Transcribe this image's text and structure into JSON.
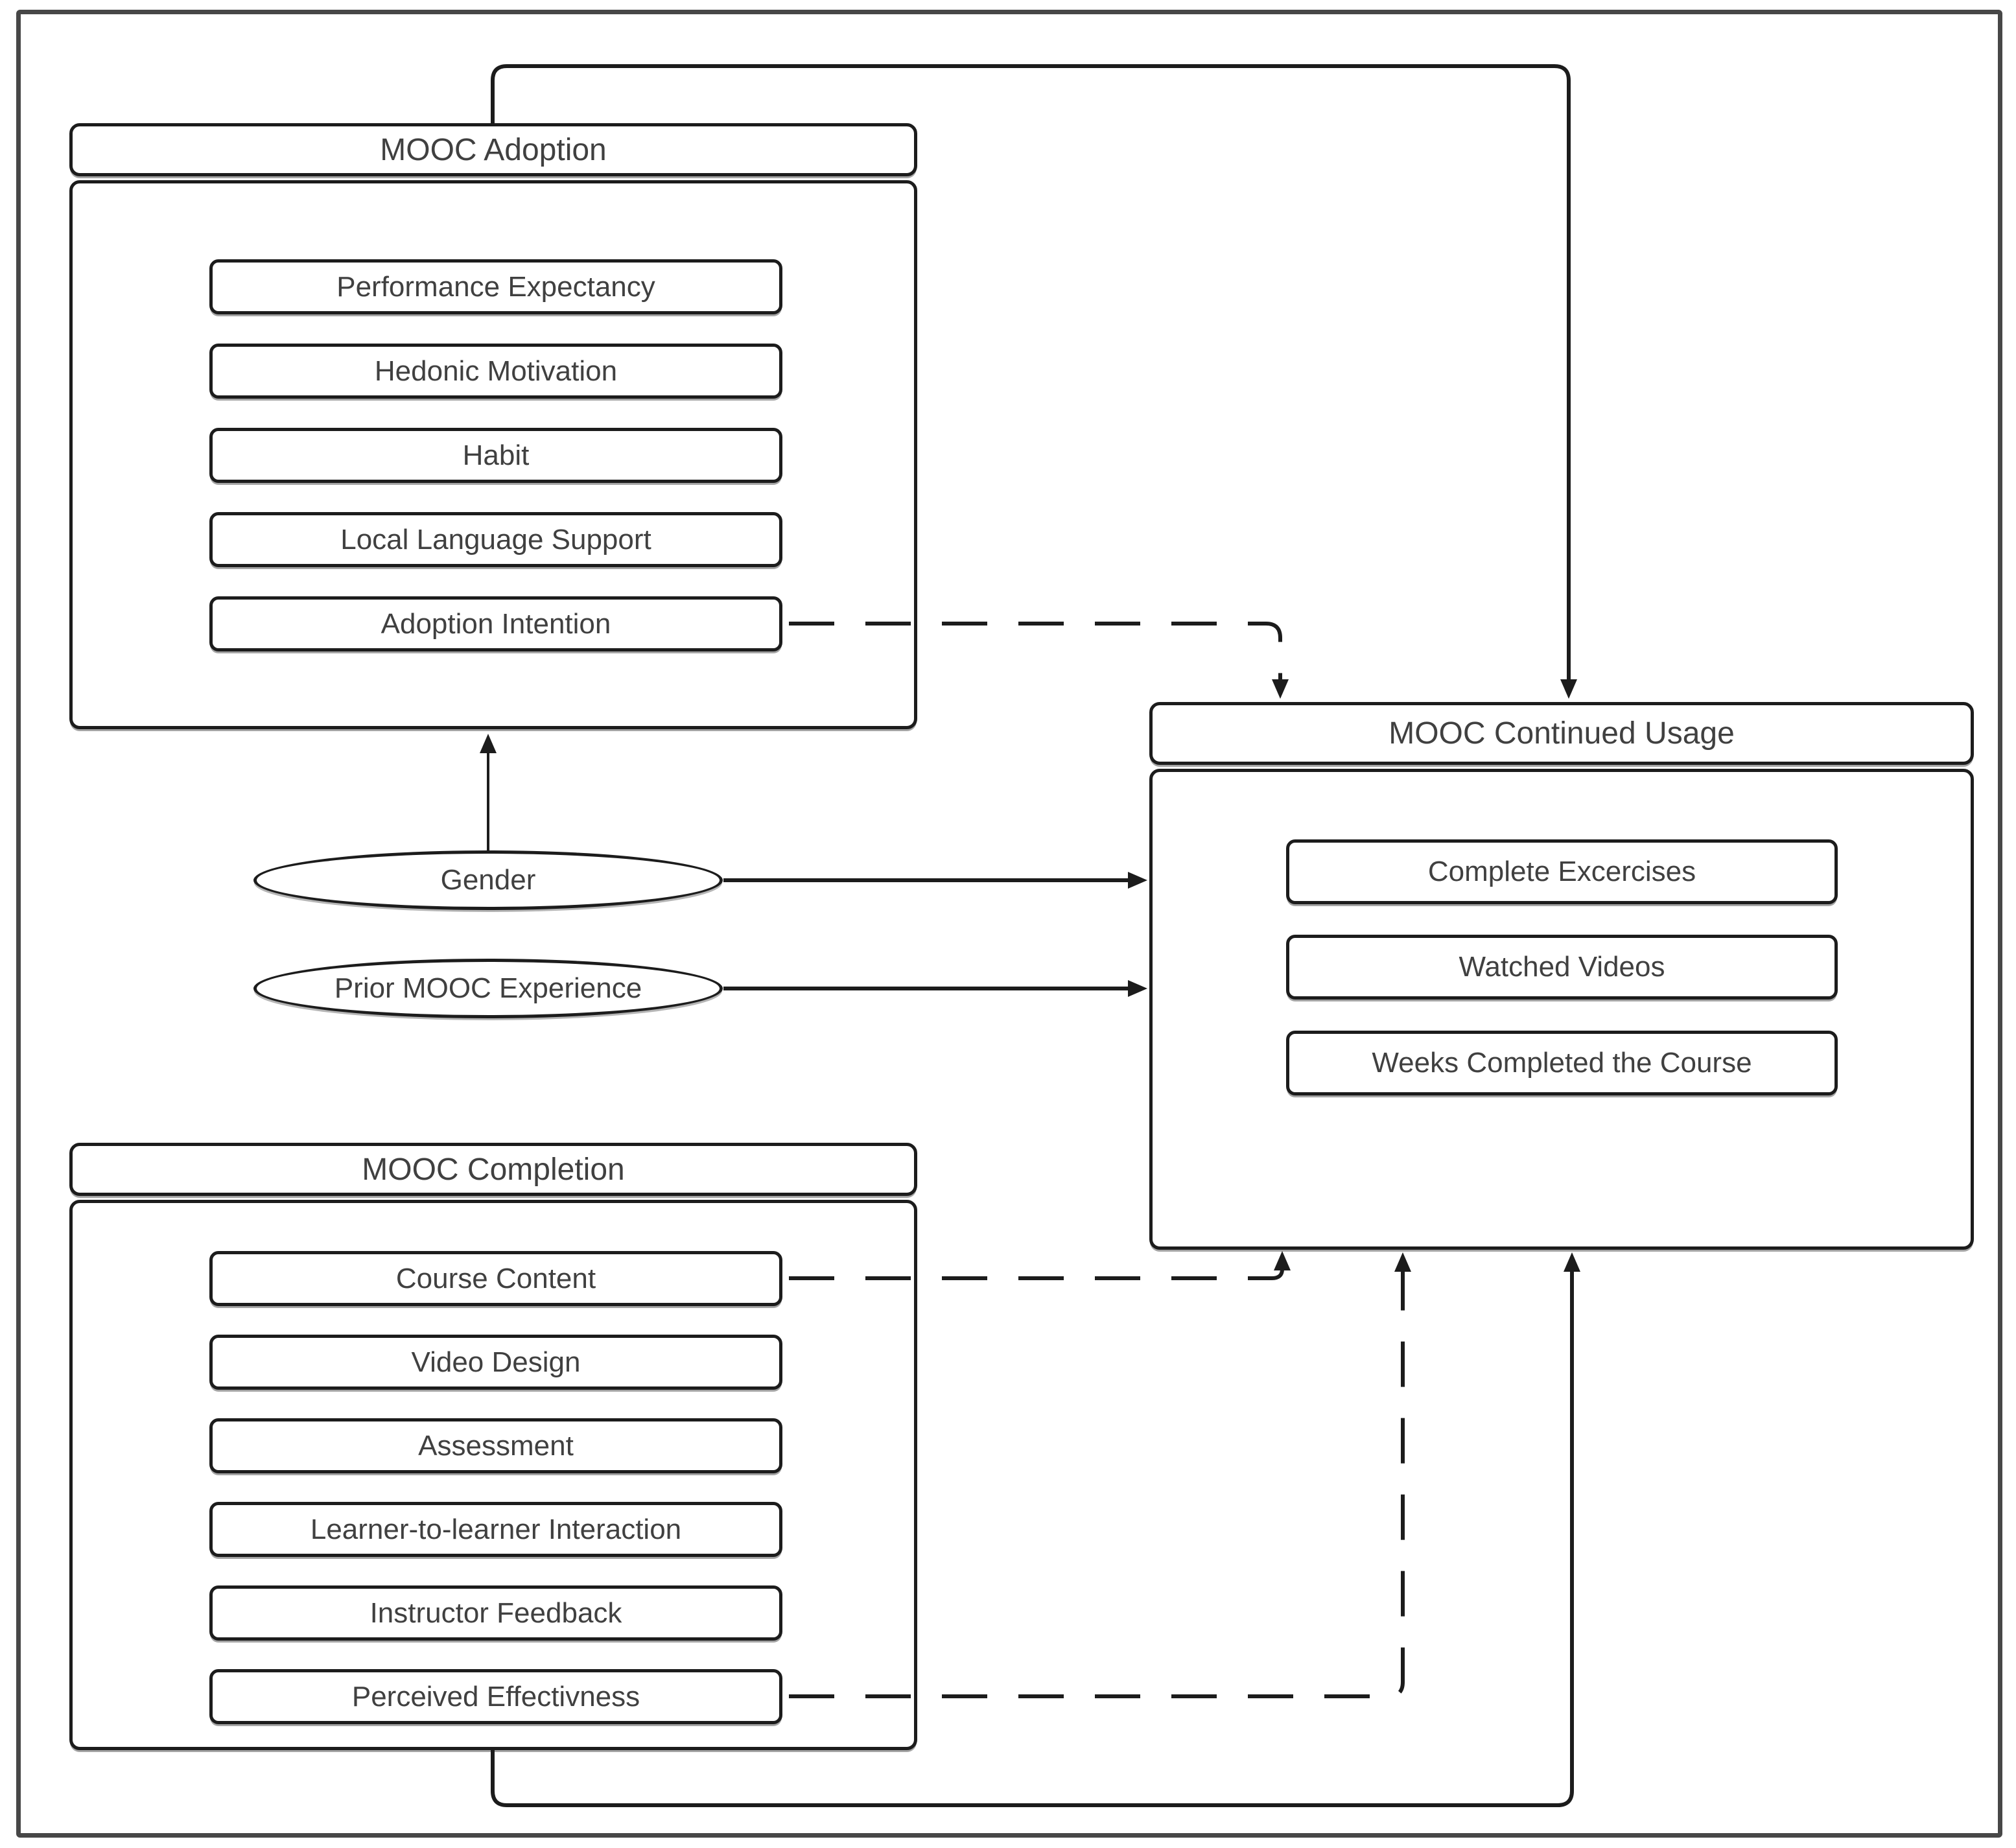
{
  "diagram": {
    "groups": {
      "adoption": {
        "title": "MOOC Adoption",
        "items": [
          {
            "label": "Performance Expectancy"
          },
          {
            "label": "Hedonic Motivation"
          },
          {
            "label": "Habit"
          },
          {
            "label": "Local Language Support"
          },
          {
            "label": "Adoption Intention"
          }
        ]
      },
      "continued_usage": {
        "title": "MOOC Continued Usage",
        "items": [
          {
            "label": "Complete Excercises"
          },
          {
            "label": "Watched Videos"
          },
          {
            "label": "Weeks Completed the Course"
          }
        ]
      },
      "completion": {
        "title": "MOOC Completion",
        "items": [
          {
            "label": "Course Content"
          },
          {
            "label": "Video Design"
          },
          {
            "label": "Assessment"
          },
          {
            "label": "Learner-to-learner Interaction"
          },
          {
            "label": "Instructor Feedback"
          },
          {
            "label": "Perceived Effectivness"
          }
        ]
      }
    },
    "moderators": [
      {
        "label": "Gender"
      },
      {
        "label": "Prior MOOC Experience"
      }
    ],
    "edges": [
      {
        "from": "MOOC Adoption",
        "to": "MOOC Continued Usage",
        "style": "solid-arrow"
      },
      {
        "from": "Adoption Intention",
        "to": "MOOC Continued Usage",
        "style": "dashed-arrow"
      },
      {
        "from": "Gender",
        "to": "MOOC Adoption",
        "style": "solid-arrow"
      },
      {
        "from": "Gender",
        "to": "MOOC Continued Usage",
        "style": "solid-arrow"
      },
      {
        "from": "Prior MOOC Experience",
        "to": "MOOC Continued Usage",
        "style": "solid-arrow"
      },
      {
        "from": "Course Content",
        "to": "MOOC Continued Usage",
        "style": "dashed-arrow"
      },
      {
        "from": "Perceived Effectivness",
        "to": "MOOC Continued Usage",
        "style": "dashed-arrow"
      },
      {
        "from": "MOOC Completion",
        "to": "MOOC Continued Usage",
        "style": "solid-arrow"
      }
    ],
    "colors": {
      "line": "#1c1c1c",
      "outer_border": "#474747",
      "box_fill": "#ffffff",
      "text": "#404040"
    }
  }
}
